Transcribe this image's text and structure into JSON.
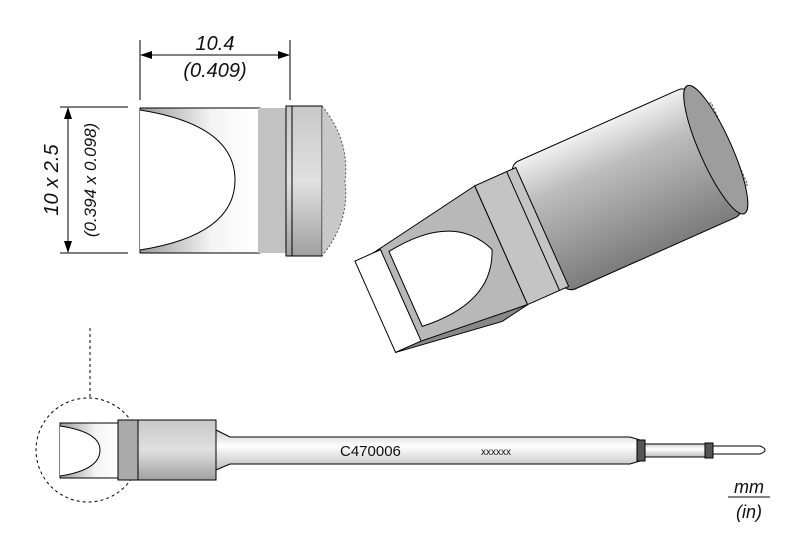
{
  "front_view": {
    "width_mm": "10.4",
    "width_in": "(0.409)",
    "size_mm": "10 x 2.5",
    "size_in": "(0.394 x 0.098)"
  },
  "tip_body": {
    "part_number": "C470006",
    "lot_code": "xxxxxx"
  },
  "units": {
    "primary": "mm",
    "secondary": "(in)"
  }
}
